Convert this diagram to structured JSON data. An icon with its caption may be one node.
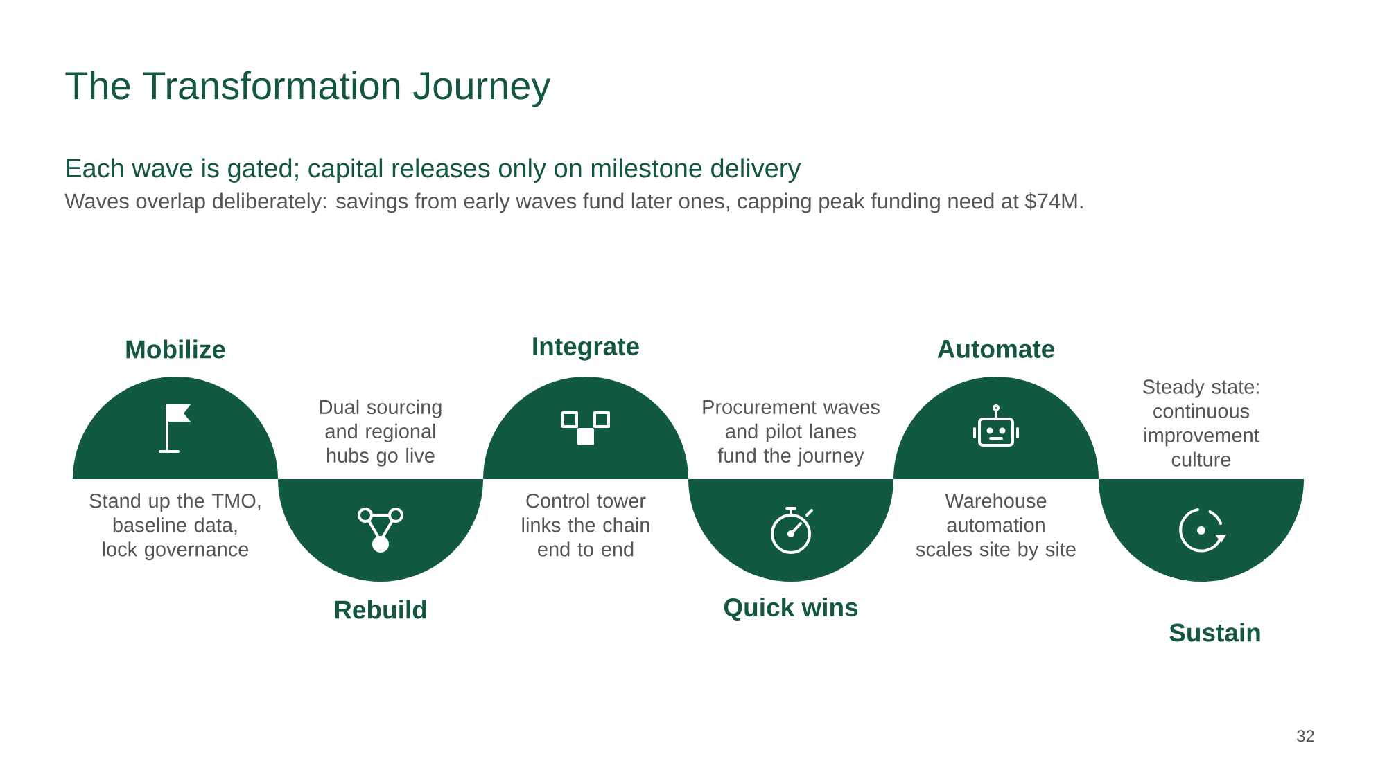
{
  "diagram": {
    "title": "The Transformation Journey",
    "nodes": [
      {
        "text": [
          "Mobilize"
        ],
        "beside": [
          "Stand up the TMO, baseline data, lock governance"
        ]
      },
      {
        "text": [
          "Rebuild"
        ],
        "beside": [
          "Dual sourcing and regional hubs go live"
        ]
      },
      {
        "text": [
          "Integrate"
        ],
        "beside": [
          "Control tower links the chain end to end"
        ]
      },
      {
        "text": [
          "Quick wins"
        ],
        "beside": [
          "Procurement waves and pilot lanes fund the journey"
        ]
      },
      {
        "text": [
          "Automate"
        ],
        "beside": [
          "Warehouse automation scales site by site"
        ]
      },
      {
        "text": [
          "Sustain"
        ],
        "beside": [
          "Steady state: continuous improvement culture"
        ]
      }
    ],
    "labels": [
      "Each wave is gated; capital releases only on milestone delivery",
      "Waves overlap deliberately: savings from early waves fund later ones, capping peak funding need at $74M.",
      "32"
    ]
  }
}
